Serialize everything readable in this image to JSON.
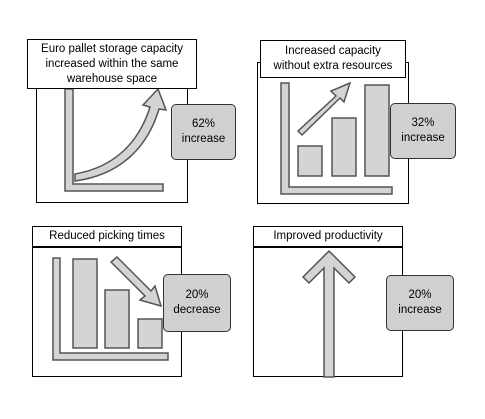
{
  "colors": {
    "shape_fill": "#d4d4d4",
    "shape_stroke": "#555555",
    "badge_fill": "#d0d0d0",
    "border": "#000000"
  },
  "panels": [
    {
      "title": "Euro pallet storage capacity increased within the same warehouse space",
      "title_lines": [
        "Euro pallet storage capacity",
        "increased within the same",
        "warehouse space"
      ],
      "value": "62%",
      "value_label": "increase",
      "icon": "growth-curve-arrow-icon"
    },
    {
      "title": "Increased capacity without extra resources",
      "title_lines": [
        "Increased capacity",
        "without extra resources"
      ],
      "value": "32%",
      "value_label": "increase",
      "icon": "rising-bar-chart-icon"
    },
    {
      "title": "Reduced picking times",
      "title_lines": [
        "Reduced picking times"
      ],
      "value": "20%",
      "value_label": "decrease",
      "icon": "falling-bar-chart-icon"
    },
    {
      "title": "Improved productivity",
      "title_lines": [
        "Improved productivity"
      ],
      "value": "20%",
      "value_label": "increase",
      "icon": "up-arrow-icon"
    }
  ]
}
